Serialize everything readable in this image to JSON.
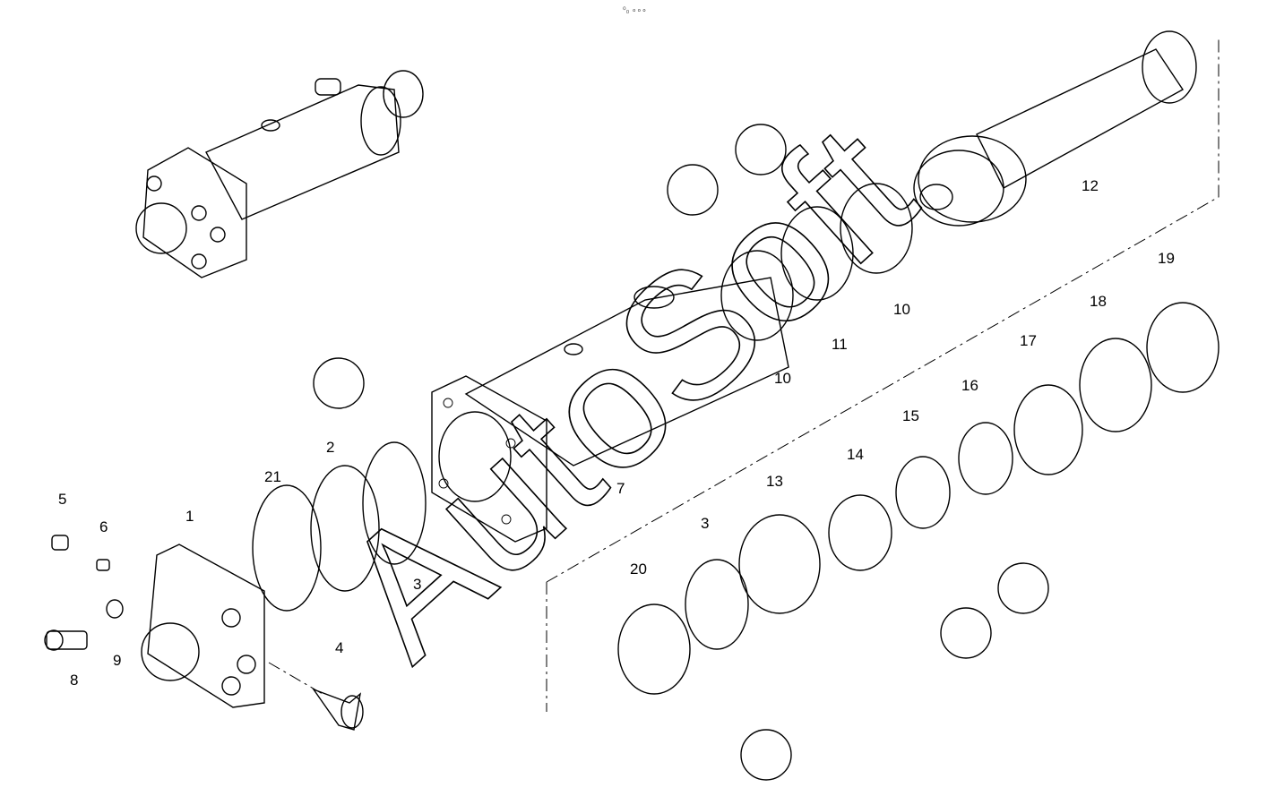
{
  "header": {
    "mark": "⁰₀ ∘∘∘"
  },
  "watermark": {
    "text": "AutoSoft"
  },
  "part_labels": [
    "1",
    "2",
    "21",
    "3",
    "3",
    "4",
    "5",
    "6",
    "7",
    "8",
    "9",
    "10",
    "10",
    "11",
    "12",
    "13",
    "14",
    "15",
    "16",
    "17",
    "18",
    "19",
    "20"
  ]
}
